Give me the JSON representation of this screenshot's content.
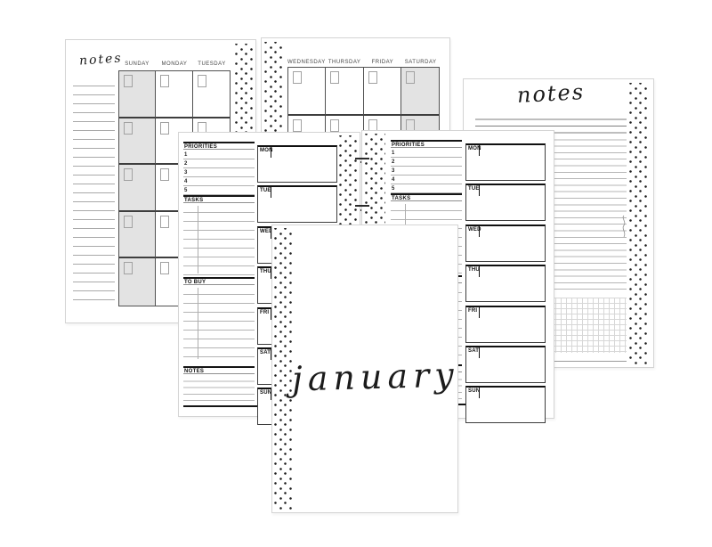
{
  "cover": {
    "title": "january"
  },
  "monthly_left": {
    "notes_label": "notes",
    "day_headers": [
      "SUNDAY",
      "MONDAY",
      "TUESDAY"
    ],
    "shaded_column": "SUNDAY",
    "rows": 5
  },
  "monthly_right": {
    "day_headers": [
      "WEDNESDAY",
      "THURSDAY",
      "FRIDAY",
      "SATURDAY"
    ],
    "shaded_column": "SATURDAY",
    "rows": 5
  },
  "notes_page": {
    "title": "notes"
  },
  "weekly": {
    "sections": {
      "priorities": "PRIORITIES",
      "tasks": "TASKS",
      "to_buy": "TO BUY",
      "notes": "NOTES"
    },
    "priority_numbers": [
      "1",
      "2",
      "3",
      "4",
      "5"
    ],
    "days": [
      "MON",
      "TUE",
      "WED",
      "THU",
      "FRI",
      "SAT",
      "SUN"
    ]
  },
  "colors": {
    "ink": "#141414",
    "shaded_column_fill": "#e3e3e3",
    "dot": "#1c1c1c",
    "rule_line_light": "#b4b4b4",
    "rule_line_dark": "#7e7e7e",
    "grid_line": "#515151"
  }
}
